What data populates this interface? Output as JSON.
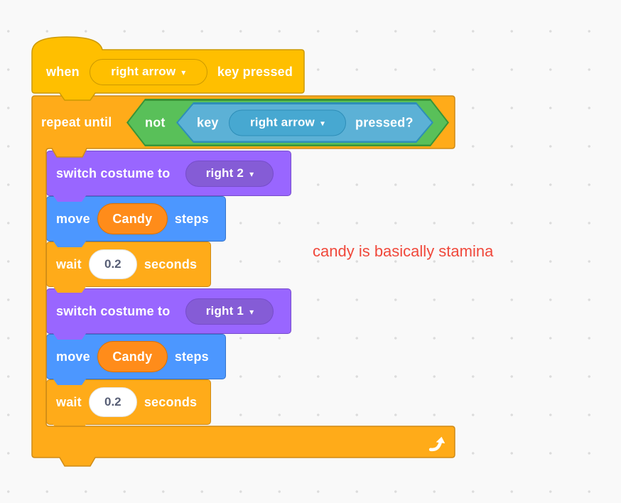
{
  "colors": {
    "background": "#f9f9f9",
    "grid_dot": "#dcdcdc",
    "events_fill": "#FFBF00",
    "events_stroke": "#CC9900",
    "control_fill": "#FFAB19",
    "control_stroke": "#CF8B17",
    "motion_fill": "#4C97FF",
    "motion_stroke": "#3373CC",
    "looks_fill": "#9966FF",
    "looks_stroke": "#774DCB",
    "looks_dropdown_fill": "#855CD6",
    "sensing_fill": "#5CB1D6",
    "sensing_stroke": "#2E8EB8",
    "sensing_dropdown_fill": "#47A8D1",
    "operators_fill": "#59C059",
    "operators_stroke": "#389438",
    "variable_fill": "#FF8C1A",
    "variable_stroke": "#DB6E00",
    "comment_color": "#F0483B"
  },
  "hat_block": {
    "when_label": "when",
    "key_dropdown_value": "right arrow",
    "suffix_label": "key pressed"
  },
  "repeat_block": {
    "label": "repeat until",
    "not_label": "not",
    "key_label": "key",
    "key_dropdown_value": "right arrow",
    "pressed_label": "pressed?"
  },
  "stack_blocks": [
    {
      "kind": "looks-switch-costume",
      "label": "switch costume to",
      "dropdown_value": "right 2"
    },
    {
      "kind": "motion-move",
      "label": "move",
      "variable": "Candy",
      "suffix": "steps"
    },
    {
      "kind": "control-wait",
      "label": "wait",
      "value": "0.2",
      "suffix": "seconds"
    },
    {
      "kind": "looks-switch-costume",
      "label": "switch costume to",
      "dropdown_value": "right 1"
    },
    {
      "kind": "motion-move",
      "label": "move",
      "variable": "Candy",
      "suffix": "steps"
    },
    {
      "kind": "control-wait",
      "label": "wait",
      "value": "0.2",
      "suffix": "seconds"
    }
  ],
  "comment": {
    "text": "candy is basically stamina"
  },
  "icons": {
    "caret": "▾"
  }
}
